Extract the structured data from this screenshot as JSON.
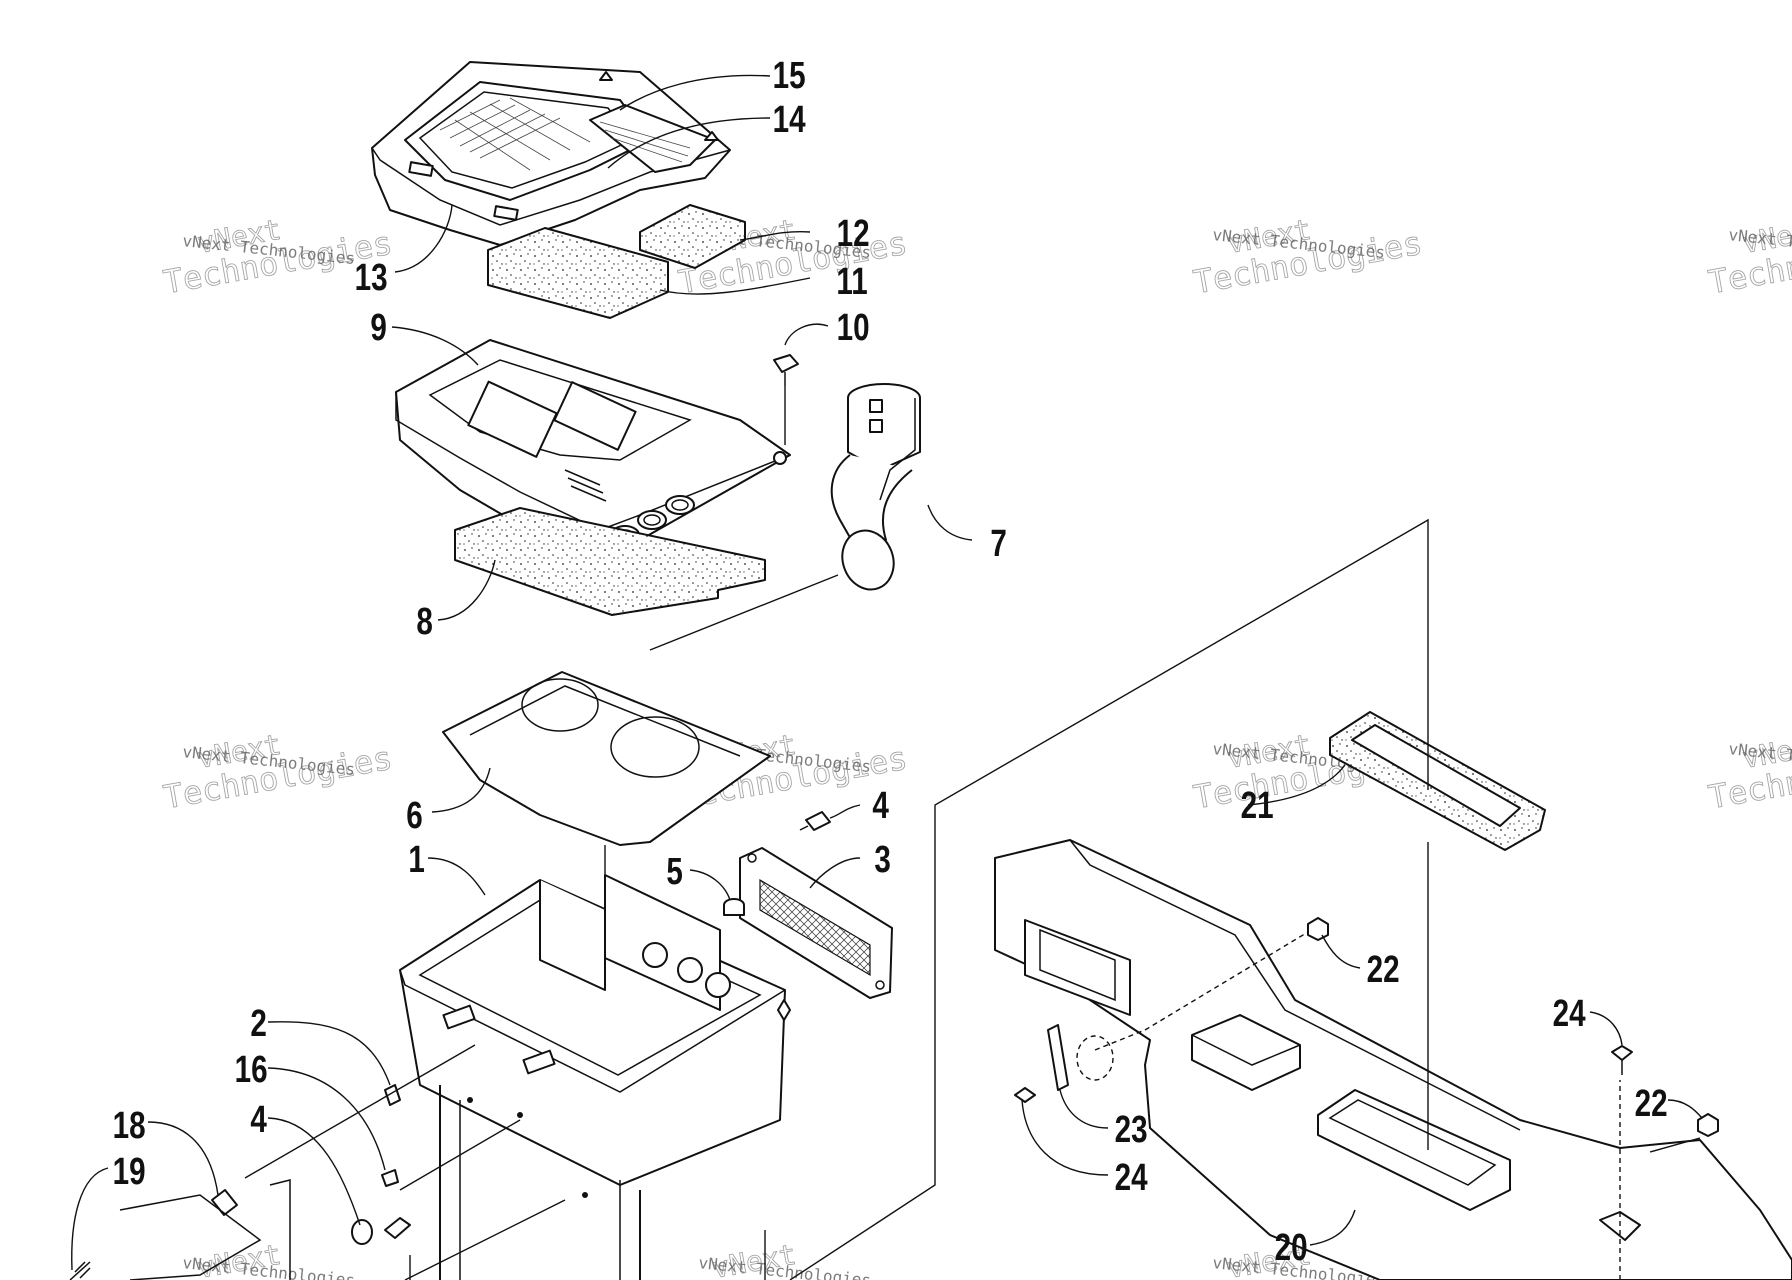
{
  "diagram": {
    "watermark": {
      "line1": "vNext",
      "line2": "Technologies",
      "caption": "vNext Technologies"
    },
    "callouts": [
      {
        "id": "15",
        "text": "15"
      },
      {
        "id": "14",
        "text": "14"
      },
      {
        "id": "12",
        "text": "12"
      },
      {
        "id": "13",
        "text": "13"
      },
      {
        "id": "11",
        "text": "11"
      },
      {
        "id": "9",
        "text": "9"
      },
      {
        "id": "10",
        "text": "10"
      },
      {
        "id": "7",
        "text": "7"
      },
      {
        "id": "8",
        "text": "8"
      },
      {
        "id": "6",
        "text": "6"
      },
      {
        "id": "4a",
        "text": "4"
      },
      {
        "id": "1",
        "text": "1"
      },
      {
        "id": "5",
        "text": "5"
      },
      {
        "id": "3",
        "text": "3"
      },
      {
        "id": "21",
        "text": "21"
      },
      {
        "id": "22a",
        "text": "22"
      },
      {
        "id": "2",
        "text": "2"
      },
      {
        "id": "16",
        "text": "16"
      },
      {
        "id": "18",
        "text": "18"
      },
      {
        "id": "4b",
        "text": "4"
      },
      {
        "id": "19",
        "text": "19"
      },
      {
        "id": "24a",
        "text": "24"
      },
      {
        "id": "22b",
        "text": "22"
      },
      {
        "id": "23",
        "text": "23"
      },
      {
        "id": "24b",
        "text": "24"
      },
      {
        "id": "20",
        "text": "20"
      }
    ]
  }
}
